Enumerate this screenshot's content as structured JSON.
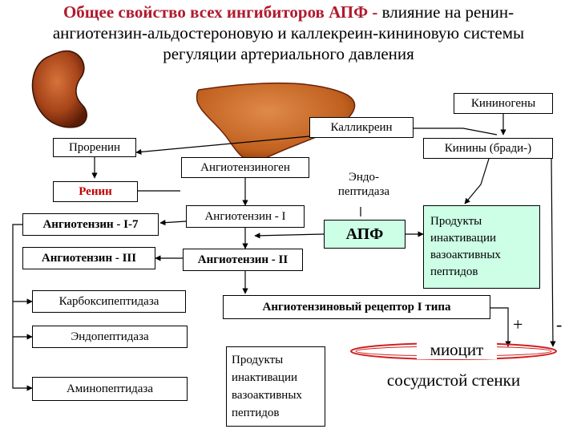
{
  "title": {
    "accent": "Общее свойство всех ингибиторов АПФ",
    "dash": " - ",
    "line1_rest": "влияние на ренин-",
    "line2": "ангиотензин-альдостероновую и каллекреин-кининовую системы",
    "line3": "регуляции артериального давления"
  },
  "nodes": {
    "kininogens": "Кининогены",
    "kallikrein": "Калликреин",
    "prorenin": "Проренин",
    "kinins": "Кинины (бради-)",
    "angiotensinogen": "Ангиотензиноген",
    "endopeptidase_top": "Эндо-\nпептидаза",
    "renin": "Ренин",
    "angiotensin_1_7": "Ангиотензин - I-7",
    "angiotensin_1": "Ангиотензин - I",
    "ace": "АПФ",
    "products_right": "Продукты\nинактивации\nвазоактивных\nпептидов",
    "angiotensin_3": "Ангиотензин - III",
    "angiotensin_2": "Ангиотензин - II",
    "carboxypeptidase": "Карбоксипептидаза",
    "receptor": "Ангиотензиновый рецептор I типа",
    "endopeptidase_left": "Эндопептидаза",
    "aminopeptidase": "Аминопептидаза",
    "products_bottom": "Продукты\nинактивации\nвазоактивных\nпептидов",
    "myocyte": "миоцит",
    "vessel_wall": "сосудистой стенки",
    "plus": "+",
    "minus": "-"
  },
  "colors": {
    "title_accent": "#b01a2e",
    "organ_fill": "#b8561c",
    "organ_dark": "#6b2208",
    "green_box": "#ccffe6",
    "renin_text": "#c00000",
    "ellipse_stroke": "#d02020"
  }
}
